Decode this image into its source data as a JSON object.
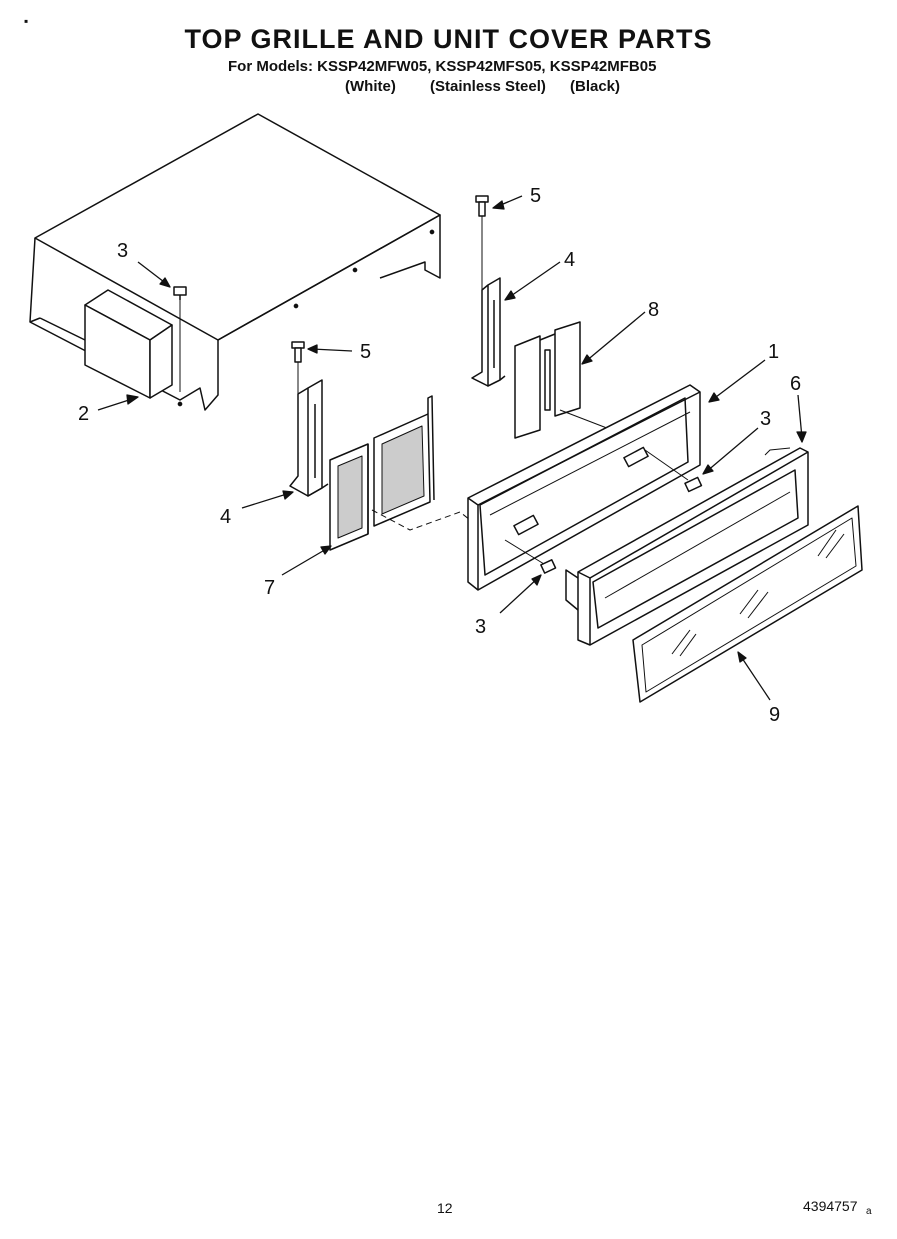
{
  "header": {
    "title": "TOP GRILLE AND UNIT COVER PARTS",
    "models_line": "For Models: KSSP42MFW05, KSSP42MFS05, KSSP42MFB05",
    "finish_white": "(White)",
    "finish_stainless": "(Stainless Steel)",
    "finish_black": "(Black)"
  },
  "callouts": {
    "c1": "1",
    "c2": "2",
    "c3a": "3",
    "c3b": "3",
    "c3c": "3",
    "c4a": "4",
    "c4b": "4",
    "c5a": "5",
    "c5b": "5",
    "c6": "6",
    "c7": "7",
    "c8": "8",
    "c9": "9"
  },
  "footer": {
    "page_number": "12",
    "document_number": "4394757",
    "document_mark": "a"
  }
}
